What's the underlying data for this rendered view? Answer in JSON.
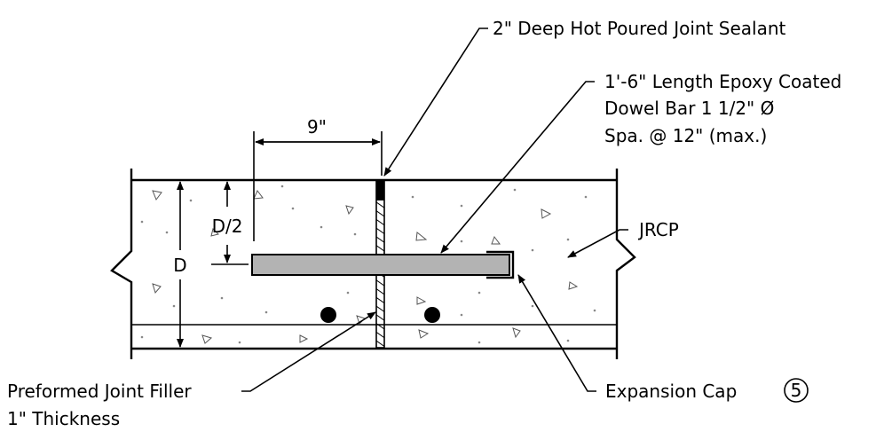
{
  "labels": {
    "sealant": "2\" Deep Hot Poured Joint Sealant",
    "dowel_line1": "1'-6\" Length Epoxy Coated",
    "dowel_line2": "Dowel Bar 1 1/2\" Ø",
    "dowel_line3": "Spa. @ 12\" (max.)",
    "jrcp": "JRCP",
    "filler_line1": "Preformed Joint Filler",
    "filler_line2": "1\" Thickness",
    "cap": "Expansion Cap",
    "cap_note": "5"
  },
  "dimensions": {
    "dowel_embed": "9\"",
    "half_depth": "D/2",
    "depth": "D"
  },
  "colors": {
    "line": "#000000",
    "dowel_fill": "#b3b3b3",
    "background": "#ffffff"
  }
}
